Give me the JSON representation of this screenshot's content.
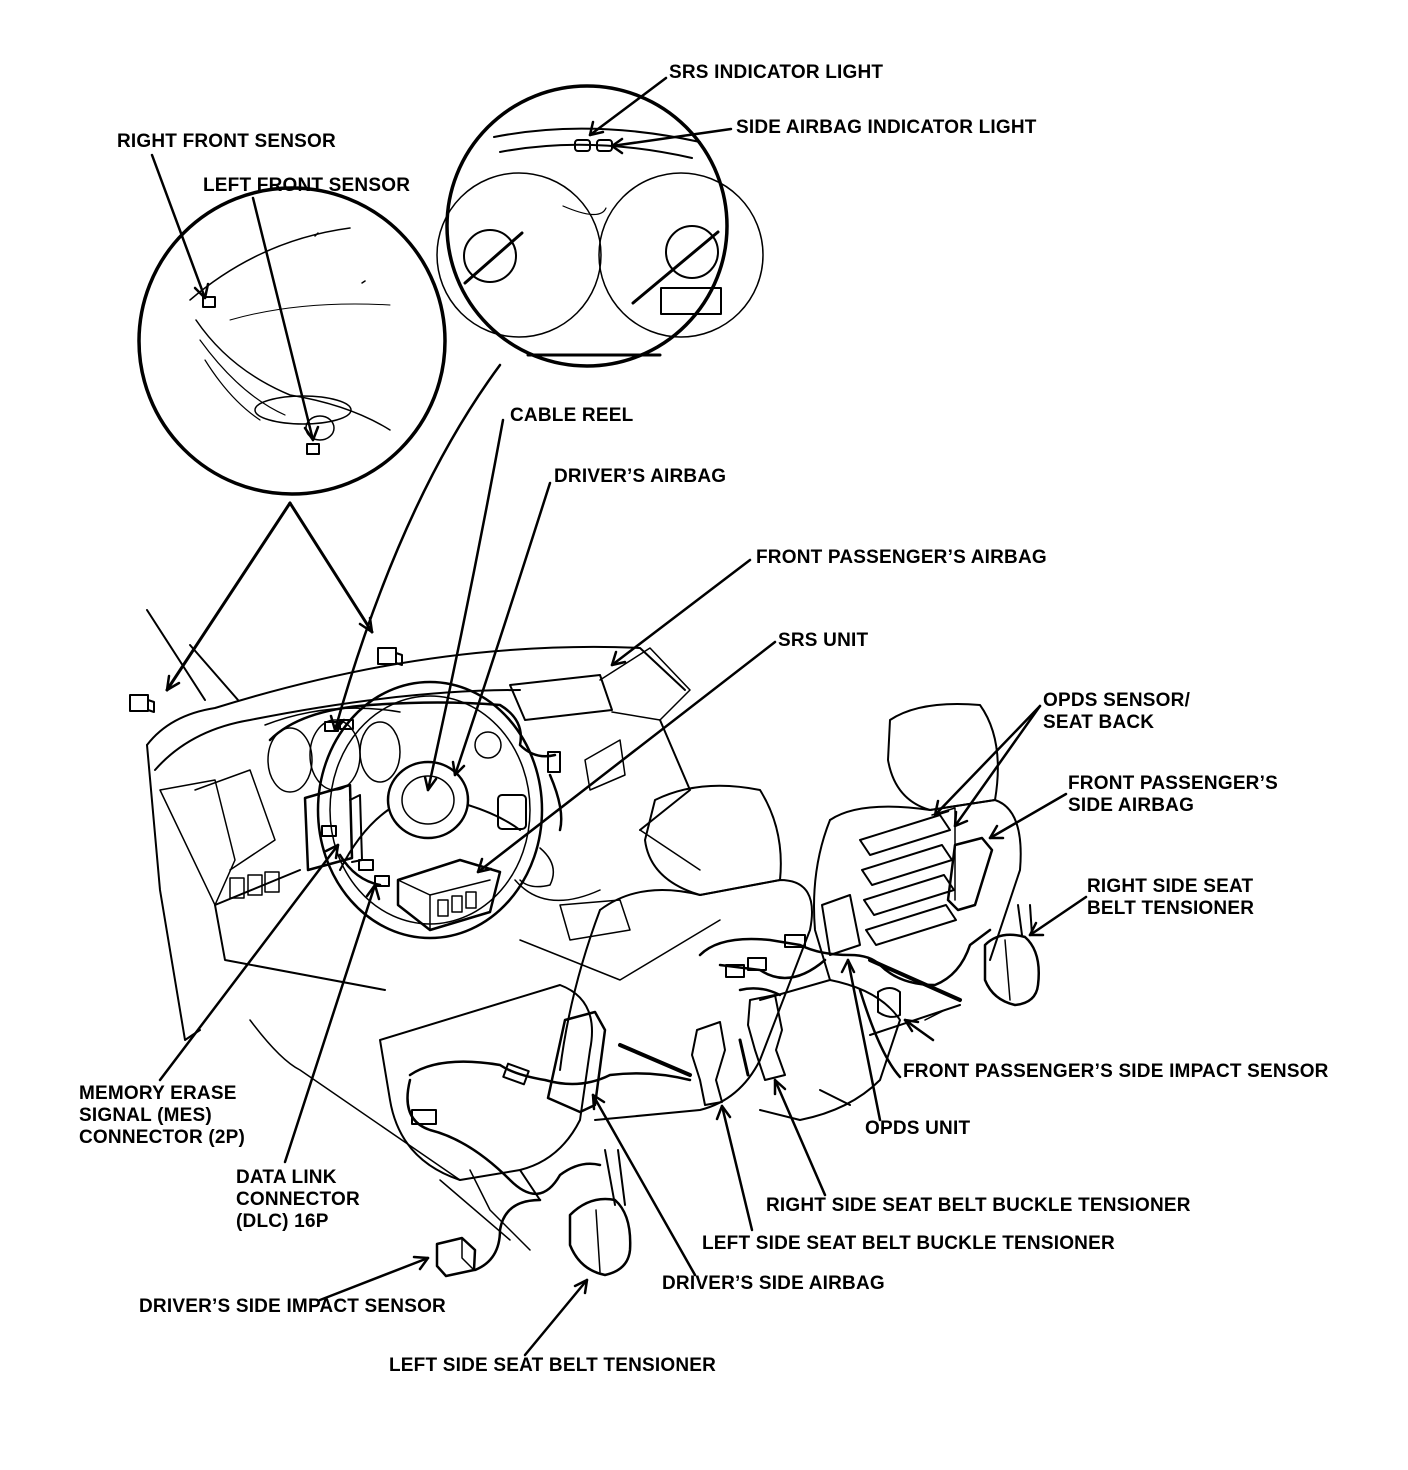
{
  "labels": {
    "srs_indicator_light": "SRS INDICATOR LIGHT",
    "side_airbag_indicator_light": "SIDE AIRBAG INDICATOR LIGHT",
    "right_front_sensor": "RIGHT FRONT SENSOR",
    "left_front_sensor": "LEFT FRONT SENSOR",
    "cable_reel": "CABLE REEL",
    "drivers_airbag": "DRIVER’S AIRBAG",
    "front_passengers_airbag": "FRONT PASSENGER’S AIRBAG",
    "srs_unit": "SRS UNIT",
    "opds_sensor_seat_back": "OPDS SENSOR/\nSEAT BACK",
    "front_passengers_side_airbag": "FRONT PASSENGER’S\nSIDE AIRBAG",
    "right_side_seat_belt_tensioner": "RIGHT SIDE SEAT\nBELT TENSIONER",
    "front_passengers_side_impact_sensor": "FRONT PASSENGER’S SIDE IMPACT SENSOR",
    "opds_unit": "OPDS UNIT",
    "memory_erase_signal_connector": "MEMORY ERASE\nSIGNAL (MES)\nCONNECTOR (2P)",
    "data_link_connector": "DATA LINK\nCONNECTOR\n(DLC) 16P",
    "right_side_seat_belt_buckle_tensioner": "RIGHT SIDE SEAT BELT BUCKLE TENSIONER",
    "left_side_seat_belt_buckle_tensioner": "LEFT SIDE SEAT BELT BUCKLE TENSIONER",
    "drivers_side_airbag": "DRIVER’S SIDE AIRBAG",
    "drivers_side_impact_sensor": "DRIVER’S SIDE IMPACT SENSOR",
    "left_side_seat_belt_tensioner": "LEFT SIDE SEAT BELT TENSIONER"
  },
  "colors": {
    "ink": "#000000",
    "paper": "#ffffff"
  }
}
